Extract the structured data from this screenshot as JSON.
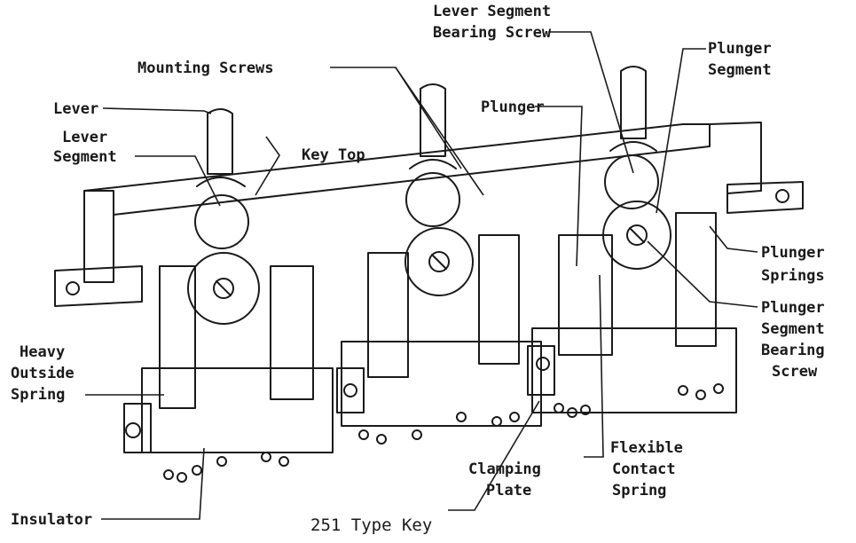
{
  "figure": {
    "caption": "251 Type Key",
    "labels": {
      "lever": "Lever",
      "lever_segment_1": "Lever",
      "lever_segment_2": "Segment",
      "mounting_screws": "Mounting Screws",
      "key_top": "Key Top",
      "lever_segment_bearing_screw_1": "Lever Segment",
      "lever_segment_bearing_screw_2": "Bearing Screw",
      "plunger": "Plunger",
      "plunger_segment_1": "Plunger",
      "plunger_segment_2": "Segment",
      "plunger_springs_1": "Plunger",
      "plunger_springs_2": "Springs",
      "plunger_segment_bearing_screw_1": "Plunger",
      "plunger_segment_bearing_screw_2": "Segment",
      "plunger_segment_bearing_screw_3": "Bearing",
      "plunger_segment_bearing_screw_4": "Screw",
      "heavy_outside_spring_1": "Heavy",
      "heavy_outside_spring_2": "Outside",
      "heavy_outside_spring_3": "Spring",
      "insulator": "Insulator",
      "clamping_plate_1": "Clamping",
      "clamping_plate_2": "Plate",
      "flexible_contact_spring_1": "Flexible",
      "flexible_contact_spring_2": "Contact",
      "flexible_contact_spring_3": "Spring"
    }
  }
}
